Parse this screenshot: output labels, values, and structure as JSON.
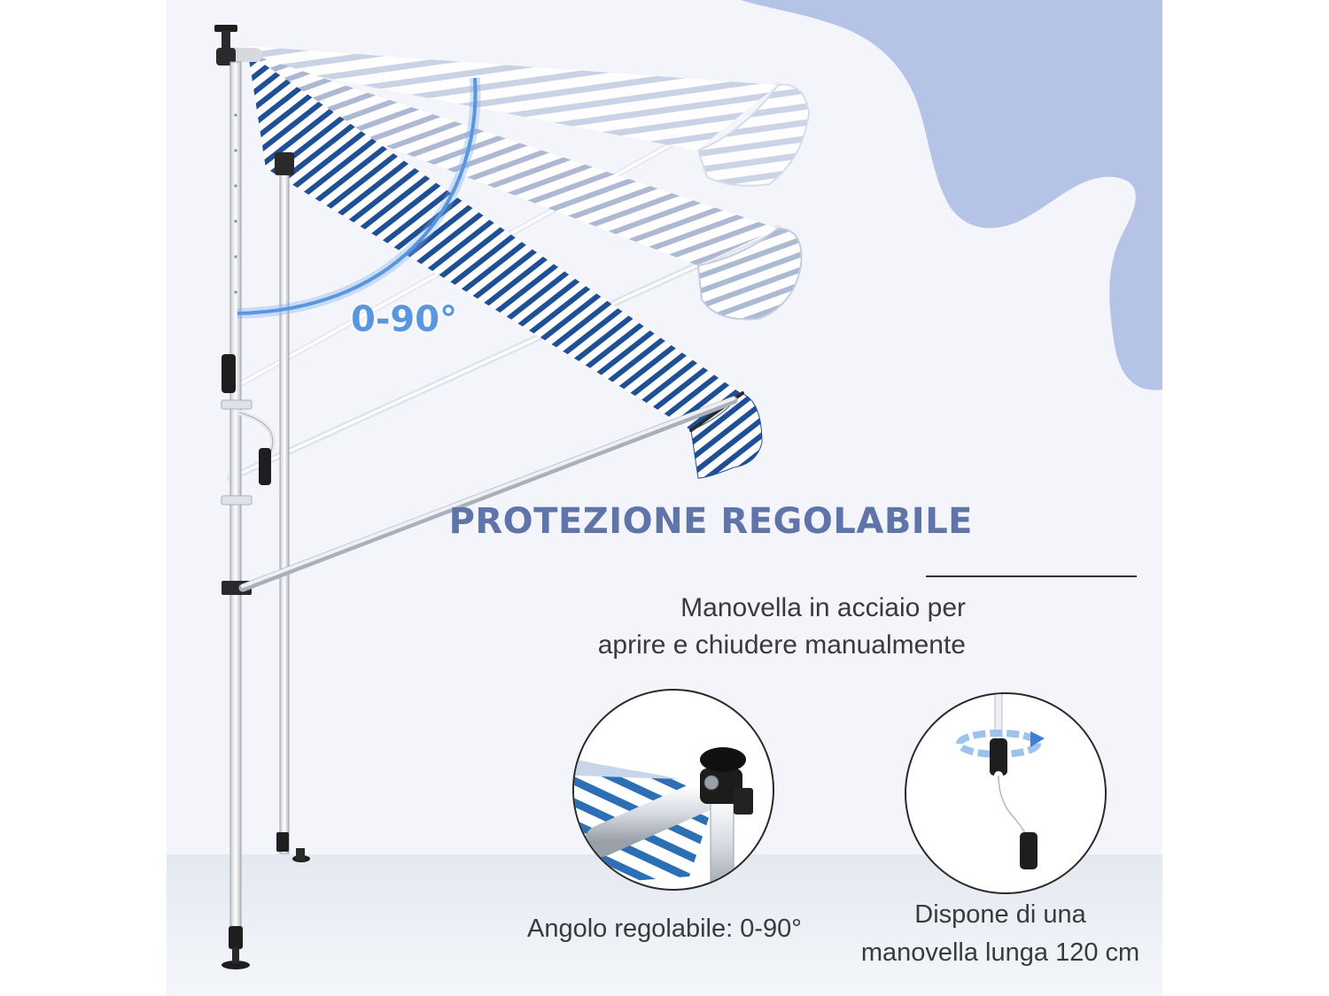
{
  "headline": "PROTEZIONE REGOLABILE",
  "description": {
    "line1": "Manovella in acciaio per",
    "line2": "aprire e chiudere manualmente"
  },
  "angle_label": "0-90°",
  "detail_angle": {
    "caption": "Angolo regolabile: 0-90°"
  },
  "detail_crank": {
    "caption_line1": "Dispone di una",
    "caption_line2": "manovella lunga 120 cm"
  },
  "colors": {
    "headline": "#5f74a8",
    "accent_blue": "#5a96e0",
    "stripe_blue": "#1f4f96",
    "background_blob": "#b4c3e6"
  },
  "icons": {
    "angle_arc": "angle-arc-icon",
    "rotation": "rotate-arrow-icon"
  }
}
